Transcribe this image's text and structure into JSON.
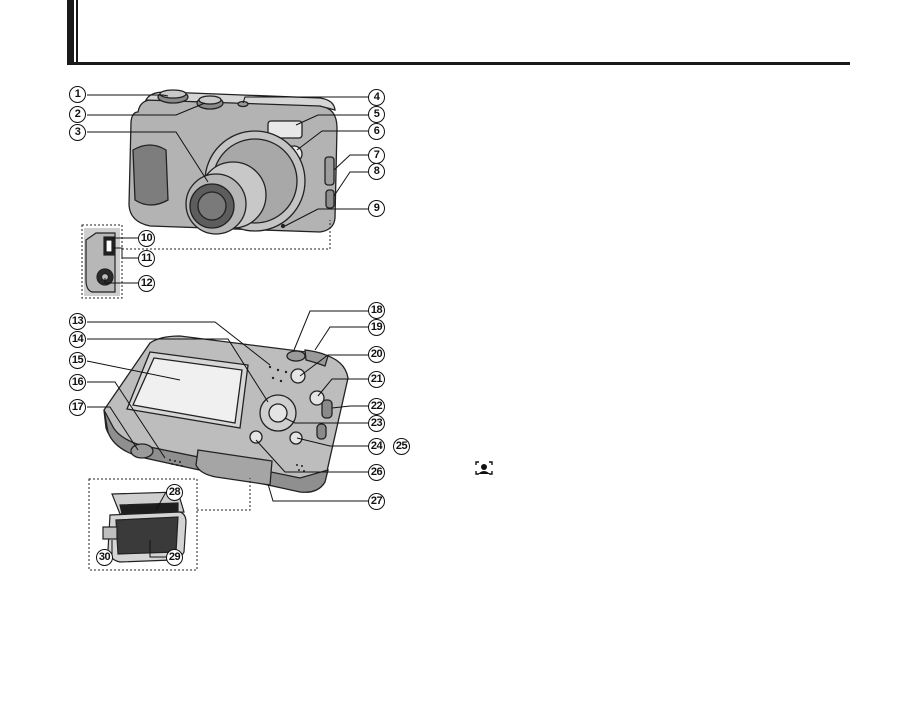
{
  "callouts": {
    "c1": "1",
    "c2": "2",
    "c3": "3",
    "c4": "4",
    "c5": "5",
    "c6": "6",
    "c7": "7",
    "c8": "8",
    "c9": "9",
    "c10": "10",
    "c11": "11",
    "c12": "12",
    "c13": "13",
    "c14": "14",
    "c15": "15",
    "c16": "16",
    "c17": "17",
    "c18": "18",
    "c19": "19",
    "c20": "20",
    "c21": "21",
    "c22": "22",
    "c23": "23",
    "c24": "24",
    "c25": "25",
    "c26": "26",
    "c27": "27",
    "c28": "28",
    "c29": "29",
    "c30": "30"
  },
  "icons": {
    "portrait": "face-detection-icon"
  }
}
